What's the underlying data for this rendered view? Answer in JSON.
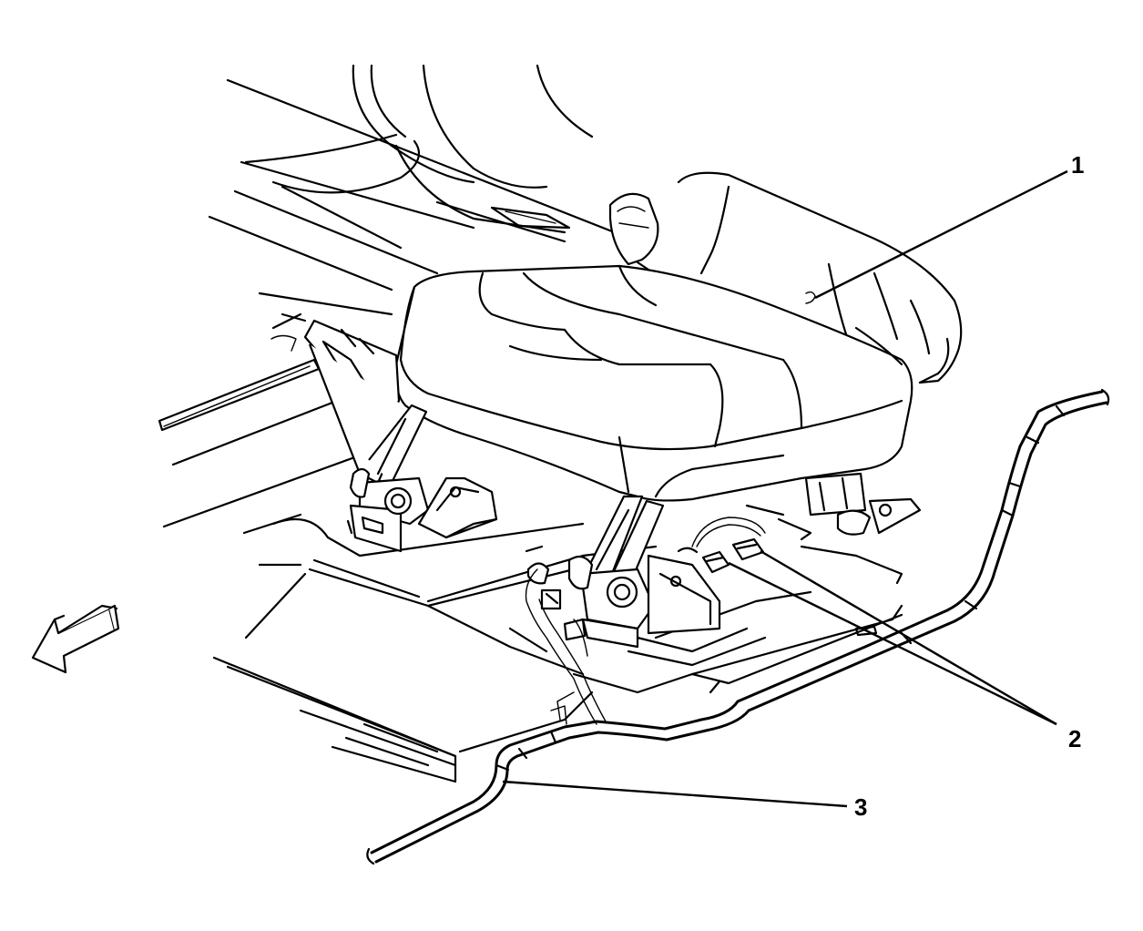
{
  "callouts": [
    {
      "id": "1",
      "label": "1",
      "part": "seat"
    },
    {
      "id": "2",
      "label": "2",
      "part": "electrical-connectors"
    },
    {
      "id": "3",
      "label": "3",
      "part": "wiring-harness"
    }
  ],
  "direction_arrow": {
    "icon": "front-of-vehicle-arrow-icon"
  }
}
